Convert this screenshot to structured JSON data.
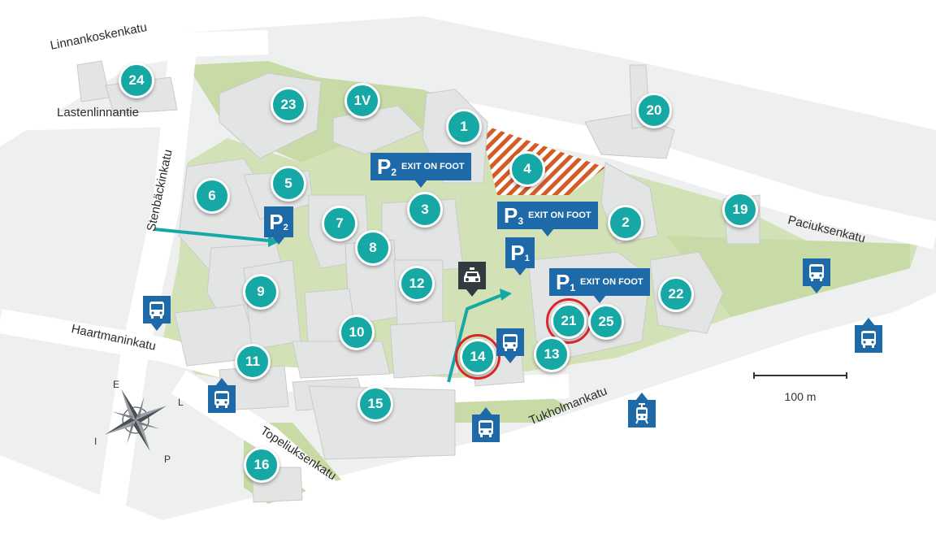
{
  "map": {
    "streets": {
      "linnankoskenkatu": "Linnankoskenkatu",
      "lastenlinnantie": "Lastenlinnantie",
      "stenbackinkatu": "Stenbäckinkatu",
      "haartmaninkatu": "Haartmaninkatu",
      "topeliuksenkatu": "Topeliuksenkatu",
      "tukholmankatu": "Tukholmankatu",
      "paciuksenkatu": "Paciuksenkatu"
    },
    "buildings": [
      "24",
      "23",
      "1V",
      "1",
      "20",
      "4",
      "5",
      "6",
      "7",
      "3",
      "2",
      "19",
      "8",
      "12",
      "9",
      "22",
      "21",
      "25",
      "10",
      "14",
      "13",
      "11",
      "15",
      "16"
    ],
    "highlighted": [
      "14",
      "21"
    ],
    "parking": {
      "p_letter": "P",
      "p2_sub": "2",
      "p3_sub": "3",
      "p1_sub": "1",
      "exit_on_foot": "EXIT ON FOOT"
    },
    "icons": {
      "bus": "bus-icon",
      "taxi": "taxi-icon",
      "tram": "tram-icon",
      "compass": "compass-rose-icon"
    },
    "compass_letters": {
      "e": "E",
      "l": "L",
      "i": "I",
      "p": "P"
    },
    "scale_label": "100 m",
    "colors": {
      "marker": "#16a8a4",
      "parking_pin": "#1e6aa8",
      "taxi_pin": "#333a40",
      "highlight_ring": "#d8262b",
      "construction_hatch": "#d2541e",
      "green_area": "#c8dba6",
      "road": "#f4f5f5"
    }
  }
}
